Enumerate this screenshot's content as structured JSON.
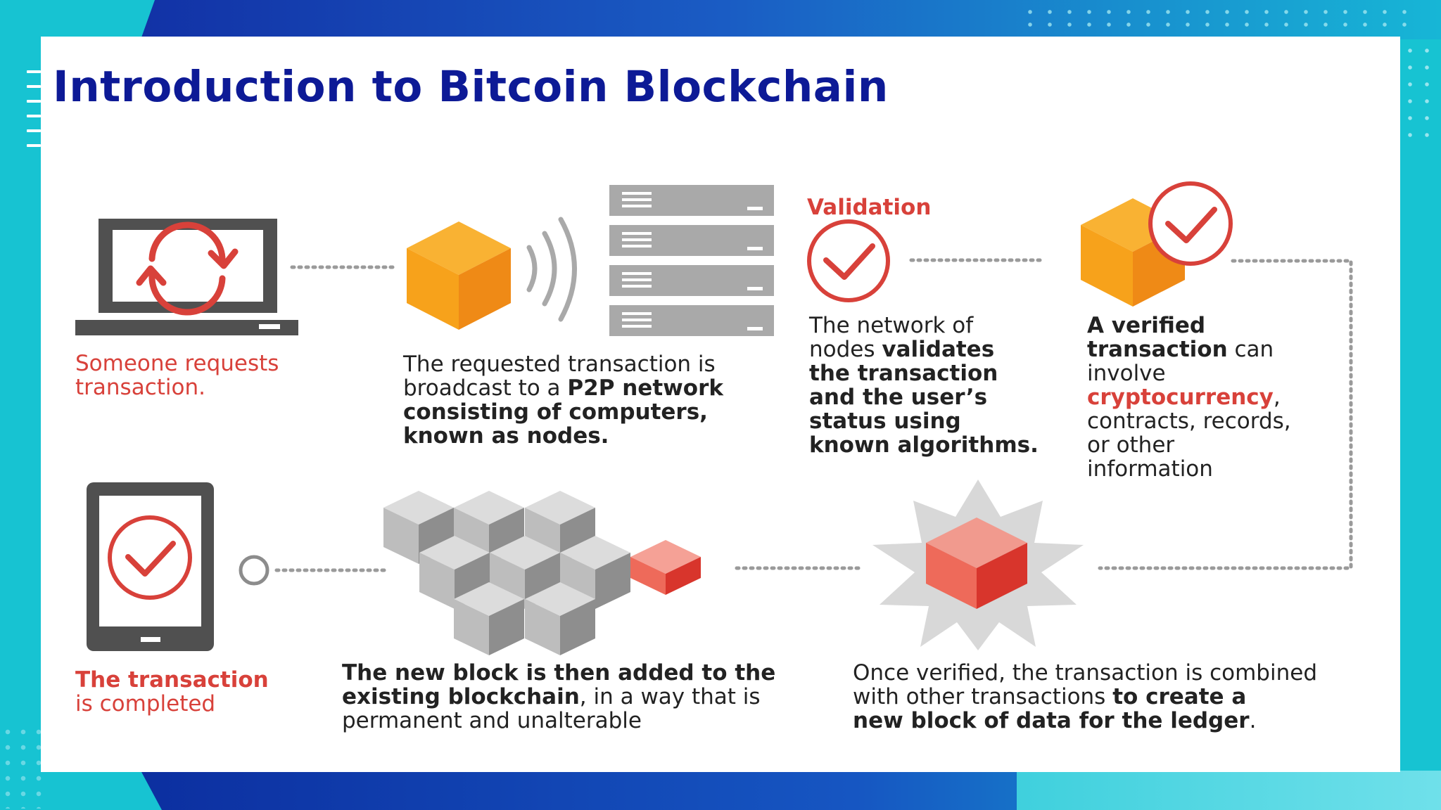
{
  "slide": {
    "title": "Introduction to Bitcoin Blockchain"
  },
  "steps": {
    "request": {
      "lines": [
        "Someone requests",
        "transaction."
      ]
    },
    "broadcast": {
      "l1": "The requested transaction is",
      "l2a": "broadcast to a ",
      "l2b": "P2P network",
      "l3": "consisting of computers,",
      "l4": "known as nodes."
    },
    "validation": {
      "heading": "Validation",
      "l1": "The network of",
      "l2a": "nodes ",
      "l2b": "validates",
      "l3": "the transaction",
      "l4": "and the user’s",
      "l5": "status using",
      "l6": "known algorithms."
    },
    "verified": {
      "l1": "A verified",
      "l2a": "transaction",
      "l2b": " can",
      "l3": "involve",
      "l4a": "cryptocurrency",
      "l4b": ",",
      "l5": "contracts, records,",
      "l6": "or other",
      "l7": "information"
    },
    "combined": {
      "l1": "Once verified, the transaction is combined",
      "l2a": "with other transactions ",
      "l2b": "to create a",
      "l3a": "new block of data for the ledger",
      "l3b": "."
    },
    "added": {
      "l1": "The new block is then added to the",
      "l2a": "existing blockchain",
      "l2b": ", in a way that is",
      "l3": "permanent and unalterable"
    },
    "completed": {
      "l1": "The transaction",
      "l2": "is completed"
    }
  },
  "colors": {
    "title": "#0d1a96",
    "accent_red": "#d8413a",
    "orange_top": "#f9b233",
    "orange_left": "#f7a21b",
    "orange_right": "#ef8a16",
    "device_dark": "#505050",
    "gray_block": "#a9a9a9",
    "connector": "#9a9a9a"
  },
  "icons": {
    "laptop": "laptop-icon",
    "sync": "sync-icon",
    "cube": "cube-icon",
    "signal": "signal-waves-icon",
    "servers": "server-rack-icon",
    "check": "checkmark-circle-icon",
    "burst": "starburst-icon",
    "blockchain": "blockchain-blocks-icon",
    "tablet": "tablet-icon"
  }
}
